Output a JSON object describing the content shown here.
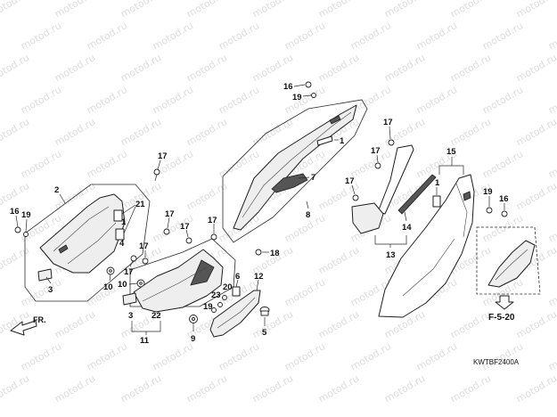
{
  "diagram": {
    "code": "KWTBF2400A",
    "reference": "F-5-20",
    "direction": "FR."
  },
  "watermark": "motod.ru",
  "callouts": [
    "16",
    "19",
    "2",
    "21",
    "1",
    "4",
    "3",
    "17",
    "17",
    "17",
    "17",
    "17",
    "17",
    "10",
    "10",
    "18",
    "6",
    "12",
    "20",
    "23",
    "19",
    "9",
    "3",
    "22",
    "11",
    "5",
    "16",
    "19",
    "1",
    "7",
    "8",
    "17",
    "17",
    "17",
    "15",
    "1",
    "14",
    "13",
    "19",
    "16"
  ]
}
